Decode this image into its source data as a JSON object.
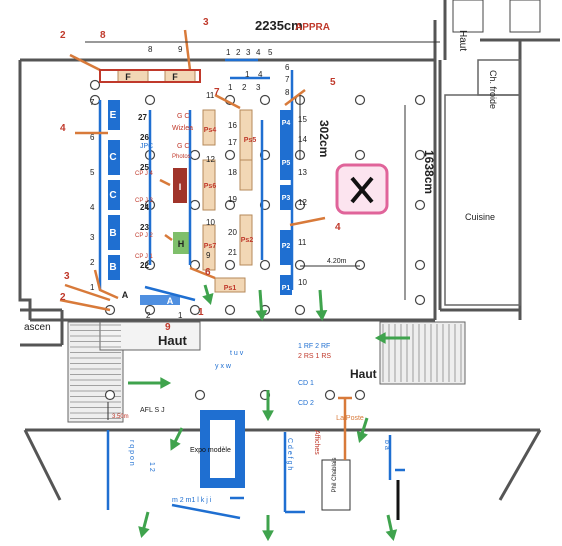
{
  "dimensions": {
    "width": "2235cm",
    "height": "1638cm",
    "small": "302cm",
    "short": "4.20m",
    "exit": "3.50m"
  },
  "title_label": "APPRA",
  "room_labels": {
    "ch_froide": "Ch. froide",
    "cuisine": "Cuisine",
    "ascen": "ascen",
    "haut_top": "Haut",
    "haut_left": "Haut",
    "haut_right": "Haut",
    "expo": "Expo modèle",
    "la_poste": "La Poste",
    "phil": "Phil Chablais",
    "afl": "AFL S J",
    "stair_codes_a": "1 RF 2 RF",
    "stair_codes_b": "2 RS 1 RS",
    "cd1": "CD 1",
    "cd2": "CD 2",
    "affiches": "Affiches",
    "g_c_1": "G C",
    "g_c_2": "G C",
    "wizlea": "Wizlea",
    "jpc": "JPC",
    "photos": "Photos"
  },
  "stand_letters": {
    "E": "E",
    "C1": "C",
    "C2": "C",
    "B1": "B",
    "B2": "B",
    "A1": "A",
    "A2": "A",
    "F1": "F",
    "F2": "F",
    "I": "I",
    "H": "H"
  },
  "ps_labels": [
    "Ps4",
    "Ps5",
    "Ps6",
    "Ps7",
    "Ps2",
    "Ps1",
    "P4",
    "P5",
    "P3",
    "P2",
    "P1"
  ],
  "cp_labels": [
    "CP J 4",
    "CP J 3",
    "CP J 2",
    "CP J 1"
  ],
  "top_numbers": [
    "8",
    "9",
    "1",
    "2",
    "3",
    "4",
    "5",
    "1",
    "4",
    "1",
    "2",
    "3",
    "6",
    "7",
    "8"
  ],
  "left_numbers": [
    "7",
    "6",
    "5",
    "4",
    "3",
    "2",
    "1"
  ],
  "inner_numbers": [
    "27",
    "26",
    "25",
    "24",
    "23",
    "22",
    "11",
    "12",
    "10",
    "9",
    "16",
    "17",
    "18",
    "19",
    "20",
    "21",
    "15",
    "14",
    "13",
    "12",
    "11",
    "10",
    "2",
    "1"
  ],
  "bottom_row": {
    "tuv": "t u v",
    "yxw": "y x w",
    "m_row": "m 2 m1 l k j i",
    "left_col": "r q p o n",
    "left_nums": "1 2",
    "letters_col": "C d e f g h",
    "b_a": "b a"
  },
  "red_callouts": [
    "2",
    "3",
    "4",
    "5",
    "6",
    "7",
    "3",
    "2",
    "4",
    "1",
    "8",
    "9"
  ],
  "icon": "fork-knife-icon",
  "colors": {
    "blue": "#1f6fd1",
    "red": "#c0392b",
    "orange": "#d87a3a",
    "green": "#3fa34d",
    "pink": "#e0649a",
    "brown": "#a0342a"
  }
}
